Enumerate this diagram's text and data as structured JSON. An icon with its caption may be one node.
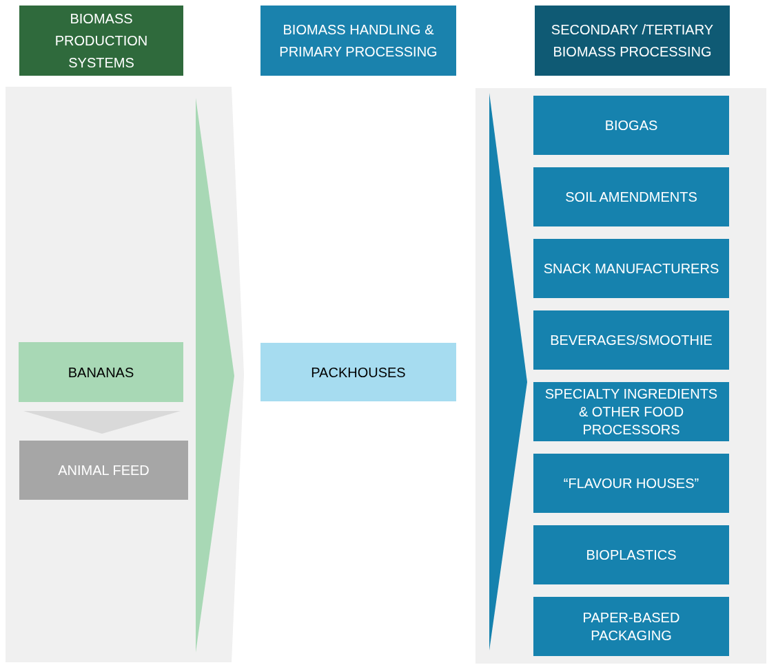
{
  "diagram": {
    "nodes": [
      {
        "text": [
          "BIOMASS PRODUCTION SYSTEMS"
        ]
      },
      {
        "text": [
          "BIOMASS HANDLING & PRIMARY PROCESSING"
        ]
      },
      {
        "text": [
          "SECONDARY /TERTIARY BIOMASS PROCESSING"
        ]
      },
      {
        "text": [],
        "shape": "box"
      },
      {
        "text": [
          "BANANAS"
        ],
        "in": 3
      },
      {
        "text": [
          "ANIMAL FEED"
        ],
        "in": 3
      },
      {
        "text": [
          "PACKHOUSES"
        ]
      },
      {
        "text": [],
        "shape": "box"
      },
      {
        "text": [
          "BIOGAS"
        ],
        "in": 7
      },
      {
        "text": [
          "SOIL AMENDMENTS"
        ],
        "in": 7
      },
      {
        "text": [
          "SNACK MANUFACTURERS"
        ],
        "in": 7
      },
      {
        "text": [
          "BEVERAGES/SMOOTHIE"
        ],
        "in": 7
      },
      {
        "text": [
          "SPECIALTY INGREDIENTS & OTHER FOOD PROCESSORS"
        ],
        "in": 7
      },
      {
        "text": [
          "“FLAVOUR HOUSES”"
        ],
        "in": 7
      },
      {
        "text": [
          "BIOPLASTICS"
        ],
        "in": 7
      },
      {
        "text": [
          "PAPER-BASED PACKAGING"
        ],
        "in": 7
      }
    ],
    "edges": [
      {
        "from": 4,
        "to": 5,
        "arrow": "to",
        "color": "#d9d9d9"
      },
      {
        "from": 3,
        "to": 6,
        "arrow": "to",
        "color": "#a8d8b5"
      },
      {
        "from": 6,
        "to": 7,
        "arrow": "to",
        "color": "#1682ae"
      }
    ]
  }
}
